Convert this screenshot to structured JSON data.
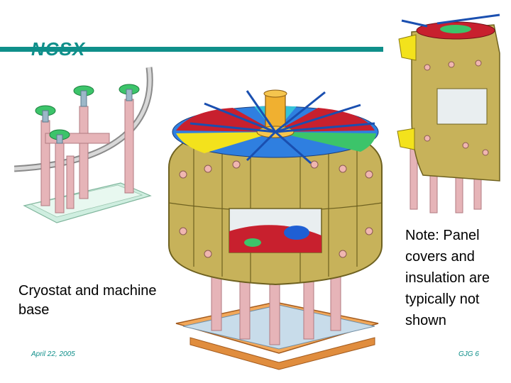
{
  "header": {
    "logo_text": "NCSX",
    "accent_color": "#0f8f8a"
  },
  "figures": {
    "left": {
      "caption": "Cryostat and machine base"
    },
    "center": {
      "alt": "stellarator machine assembly"
    },
    "right": {
      "alt": "partial machine cutaway"
    }
  },
  "right_note": "Note: Panel covers and insulation are typically not shown",
  "footer": {
    "date": "April 22, 2005",
    "page": "GJG 6"
  }
}
